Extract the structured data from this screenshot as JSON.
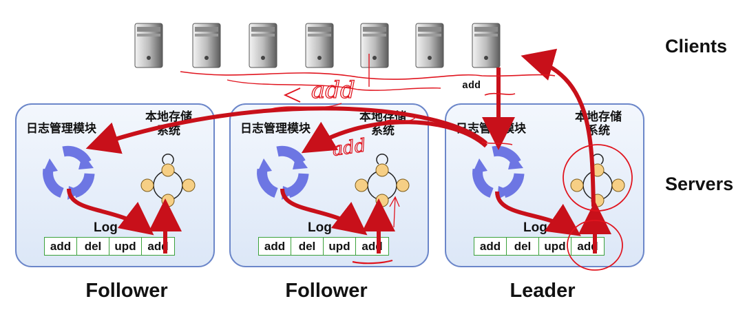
{
  "labels": {
    "clients": "Clients",
    "servers": "Servers",
    "request_tag": "add"
  },
  "servers": [
    {
      "role": "Follower",
      "module_label": "日志管理模块",
      "storage_label_line1": "本地存储",
      "storage_label_line2": "系统",
      "log_label": "Log",
      "log_entries": [
        "add",
        "del",
        "upd",
        "add"
      ]
    },
    {
      "role": "Follower",
      "module_label": "日志管理模块",
      "storage_label_line1": "本地存储",
      "storage_label_line2": "系统",
      "log_label": "Log",
      "log_entries": [
        "add",
        "del",
        "upd",
        "add"
      ]
    },
    {
      "role": "Leader",
      "module_label": "日志管理模块",
      "storage_label_line1": "本地存储",
      "storage_label_line2": "系统",
      "log_label": "Log",
      "log_entries": [
        "add",
        "del",
        "upd",
        "add"
      ]
    }
  ],
  "handwritten_annotations": [
    "add",
    "add"
  ],
  "colors": {
    "server_border": "#6b86c9",
    "arrow_red": "#c8101a",
    "ink_red": "#e0141e",
    "log_border": "#3aa13a",
    "state_node": "#f6cf85",
    "cycle_blue": "#6d76e3"
  }
}
